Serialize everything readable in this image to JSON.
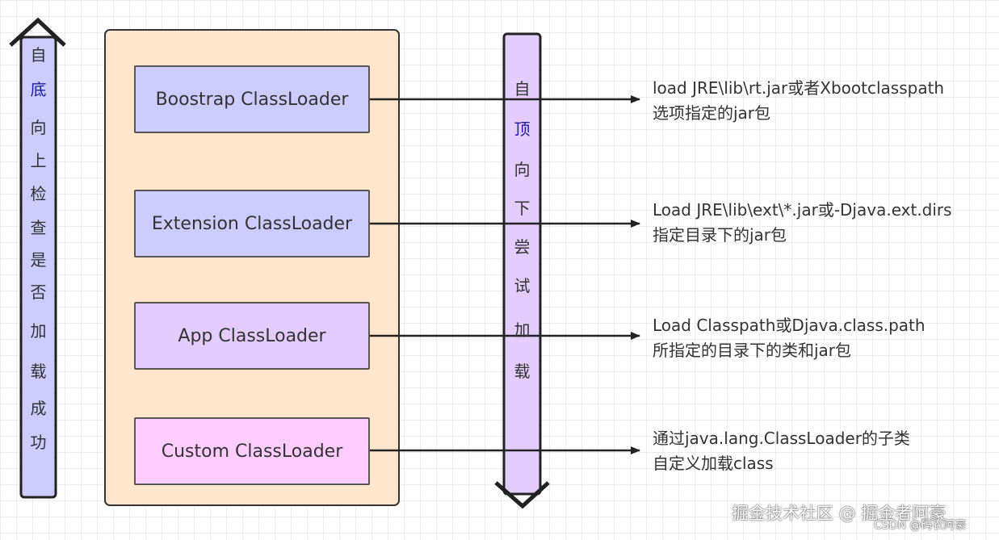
{
  "left_column": {
    "chars": [
      "自",
      "底",
      "向",
      "上",
      "检",
      "查",
      "是",
      "否",
      "加",
      "载",
      "成",
      "功"
    ]
  },
  "right_column": {
    "chars": [
      "自",
      "顶",
      "向",
      "下",
      "尝",
      "试",
      "加",
      "载"
    ]
  },
  "loaders": [
    {
      "label": "Boostrap ClassLoader",
      "color": "#ccccff"
    },
    {
      "label": "Extension ClassLoader",
      "color": "#ccccff"
    },
    {
      "label": "App ClassLoader",
      "color": "#e5ccff"
    },
    {
      "label": "Custom ClassLoader",
      "color": "#ffccff"
    }
  ],
  "notes": [
    {
      "line1": "load JRE\\lib\\rt.jar或者Xbootclasspath",
      "line2": "选项指定的jar包"
    },
    {
      "line1": "Load JRE\\lib\\ext\\*.jar或-Djava.ext.dirs",
      "line2": "指定目录下的jar包"
    },
    {
      "line1": "Load Classpath或Djava.class.path",
      "line2": "所指定的目录下的类和jar包"
    },
    {
      "line1": "通过java.lang.ClassLoader的子类",
      "line2": "自定义加载class"
    }
  ],
  "colors": {
    "container_fill": "#ffe6cc",
    "column_fill": "#ccccff",
    "right_column_fill": "#e5ccff",
    "highlight_char": "#1a1aa6"
  },
  "watermark": {
    "main": "掘金技术社区 @ 掘金者阿豪",
    "sub": "CSDN @码农阿豪"
  }
}
